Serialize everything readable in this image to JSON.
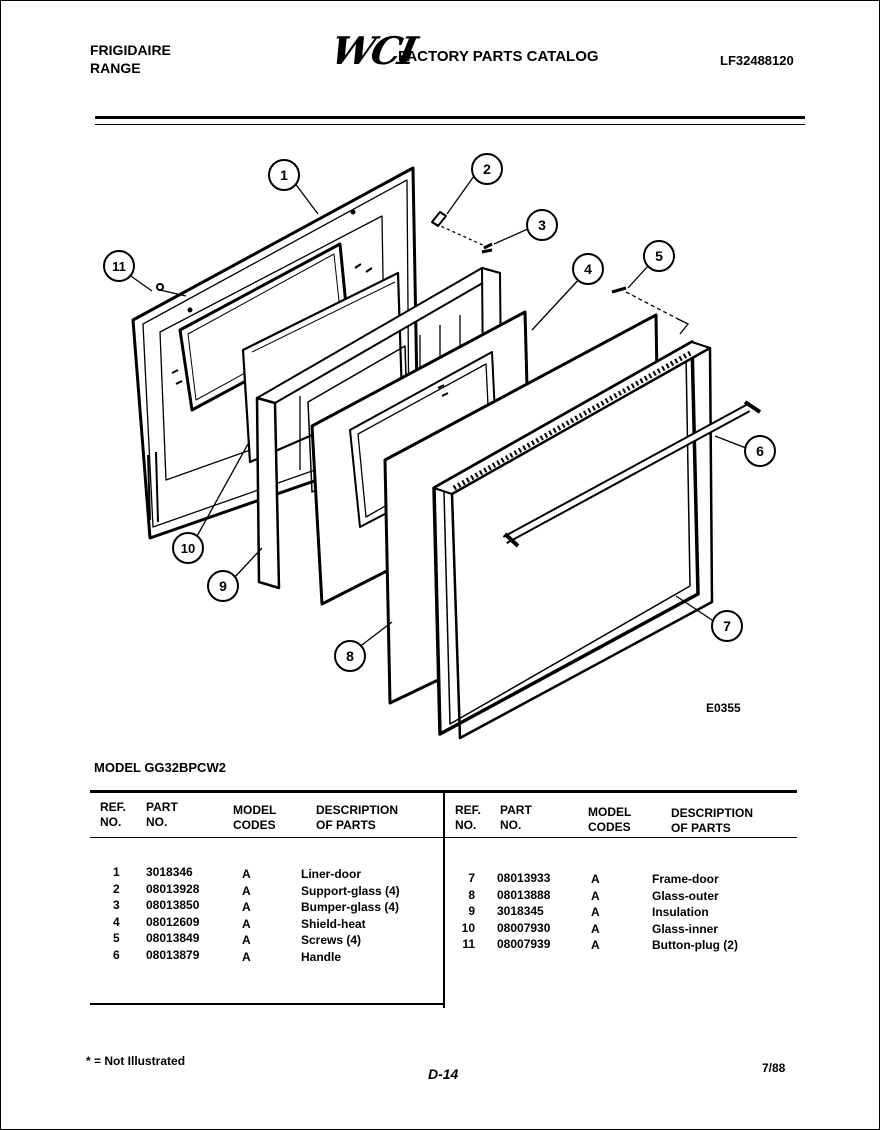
{
  "header": {
    "brand_line1": "FRIGIDAIRE",
    "brand_line2": "RANGE",
    "logo": "WCI",
    "catalog_title": "FACTORY PARTS CATALOG",
    "catalog_number": "LF32488120"
  },
  "diagram": {
    "code": "E0355",
    "callouts": [
      "1",
      "2",
      "3",
      "4",
      "5",
      "6",
      "7",
      "8",
      "9",
      "10",
      "11"
    ]
  },
  "model_line": "MODEL GG32BPCW2",
  "table": {
    "headers": {
      "ref": [
        "REF.",
        "NO."
      ],
      "part": [
        "PART",
        "NO."
      ],
      "codes": [
        "MODEL",
        "CODES"
      ],
      "desc": [
        "DESCRIPTION",
        "OF PARTS"
      ]
    },
    "left_rows": [
      {
        "ref": "1",
        "part": "3018346",
        "code": "A",
        "desc": "Liner-door"
      },
      {
        "ref": "2",
        "part": "08013928",
        "code": "A",
        "desc": "Support-glass (4)"
      },
      {
        "ref": "3",
        "part": "08013850",
        "code": "A",
        "desc": "Bumper-glass (4)"
      },
      {
        "ref": "4",
        "part": "08012609",
        "code": "A",
        "desc": "Shield-heat"
      },
      {
        "ref": "5",
        "part": "08013849",
        "code": "A",
        "desc": "Screws (4)"
      },
      {
        "ref": "6",
        "part": "08013879",
        "code": "A",
        "desc": "Handle"
      }
    ],
    "right_rows": [
      {
        "ref": "7",
        "part": "08013933",
        "code": "A",
        "desc": "Frame-door"
      },
      {
        "ref": "8",
        "part": "08013888",
        "code": "A",
        "desc": "Glass-outer"
      },
      {
        "ref": "9",
        "part": "3018345",
        "code": "A",
        "desc": "Insulation"
      },
      {
        "ref": "10",
        "part": "08007930",
        "code": "A",
        "desc": "Glass-inner"
      },
      {
        "ref": "11",
        "part": "08007939",
        "code": "A",
        "desc": "Button-plug (2)"
      }
    ]
  },
  "footer": {
    "note": "* = Not Illustrated",
    "page": "D-14",
    "date": "7/88"
  }
}
